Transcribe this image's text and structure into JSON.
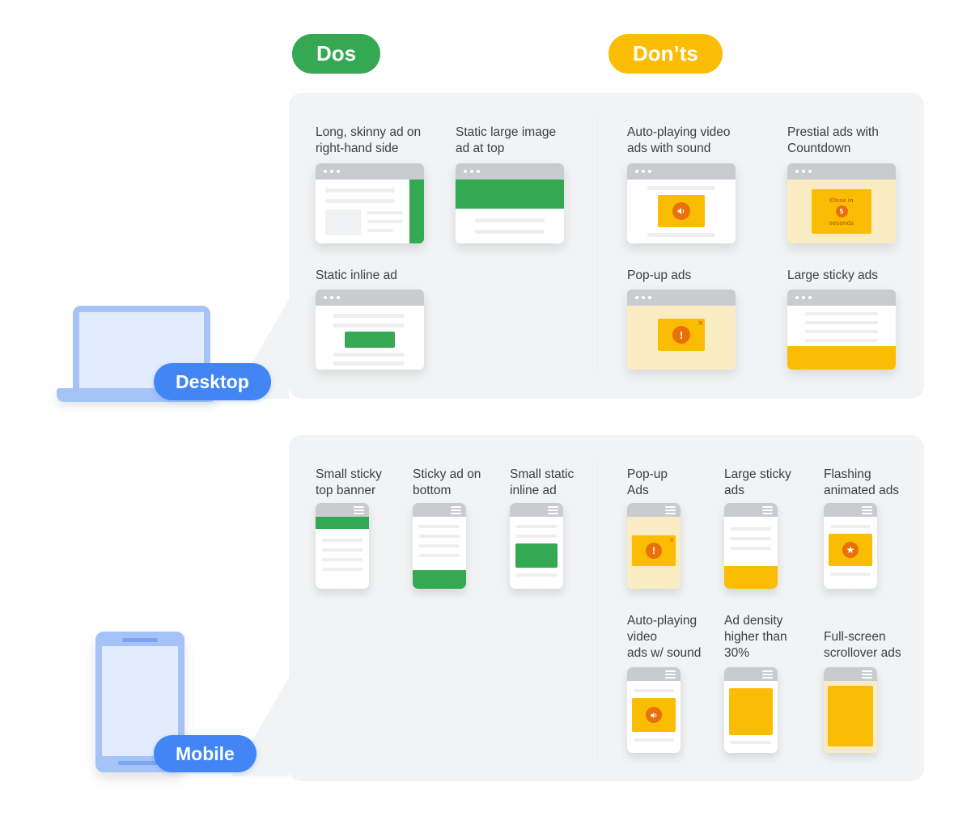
{
  "badges": {
    "dos": "Dos",
    "donts": "Don’ts",
    "desktop": "Desktop",
    "mobile": "Mobile"
  },
  "icons": {
    "close": "×",
    "warning": "!",
    "star": "★"
  },
  "colors": {
    "green": "#34A853",
    "yellow": "#FBBC04",
    "orange": "#E8710A",
    "blue": "#4285F4",
    "panel_gray": "#F1F3F4",
    "light_yellow": "#FAECC2",
    "device_blue": "#A6C3F8"
  },
  "desktop": {
    "dos": [
      {
        "label": "Long, skinny ad on\nright-hand side"
      },
      {
        "label": "Static large image\nad at top"
      },
      {
        "label": "Static inline ad"
      }
    ],
    "donts": [
      {
        "label": "Auto-playing video\nads with sound"
      },
      {
        "label": "Prestial ads with\nCountdown",
        "countdown_top": "Close in",
        "countdown_number": "5",
        "countdown_bottom": "seconds"
      },
      {
        "label": "Pop-up ads"
      },
      {
        "label": "Large sticky ads"
      }
    ]
  },
  "mobile": {
    "dos": [
      {
        "label": "Small sticky\ntop banner"
      },
      {
        "label": "Sticky ad on\nbottom"
      },
      {
        "label": "Small static\ninline ad"
      }
    ],
    "donts": [
      {
        "label": "Pop-up\nAds"
      },
      {
        "label": "Large sticky\nads"
      },
      {
        "label": "Flashing\nanimated ads"
      },
      {
        "label": "Auto-playing\nvideo\nads w/ sound"
      },
      {
        "label": "Ad density\nhigher than\n30%"
      },
      {
        "label": "Full-screen\nscrollover ads"
      }
    ]
  }
}
